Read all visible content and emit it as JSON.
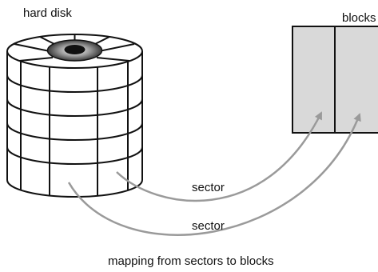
{
  "labels": {
    "hard_disk": "hard disk",
    "blocks": "blocks",
    "sector_upper": "sector",
    "sector_lower": "sector",
    "caption": "mapping from sectors to blocks"
  },
  "colors": {
    "stroke": "#111111",
    "block_fill": "#d9d9d9",
    "arrow": "#9a9a9a",
    "spindle_center": "#111111"
  }
}
